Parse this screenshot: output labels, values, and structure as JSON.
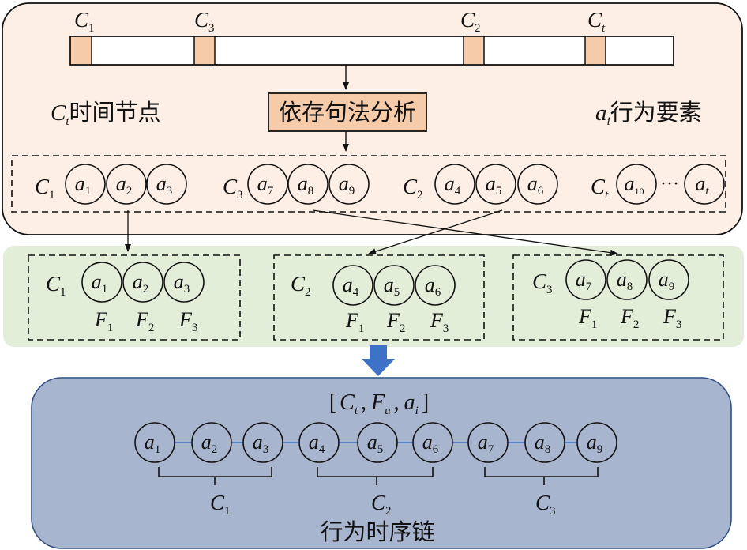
{
  "top_panel": {
    "bar_labels": [
      {
        "var": "C",
        "sub": "1"
      },
      {
        "var": "C",
        "sub": "3"
      },
      {
        "var": "C",
        "sub": "2"
      },
      {
        "var": "C",
        "sub": "t"
      }
    ],
    "process_label": "依存句法分析",
    "left_legend": {
      "var": "C",
      "sub": "t",
      "text": "时间节点"
    },
    "right_legend": {
      "var": "a",
      "sub": "i",
      "text": "行为要素"
    },
    "groups": [
      {
        "label": {
          "var": "C",
          "sub": "1"
        },
        "nodes": [
          "1",
          "2",
          "3"
        ]
      },
      {
        "label": {
          "var": "C",
          "sub": "3"
        },
        "nodes": [
          "7",
          "8",
          "9"
        ]
      },
      {
        "label": {
          "var": "C",
          "sub": "2"
        },
        "nodes": [
          "4",
          "5",
          "6"
        ]
      },
      {
        "label": {
          "var": "C",
          "sub": "t"
        },
        "nodes": [
          "10"
        ],
        "ellipsis": "···",
        "last": "t"
      }
    ]
  },
  "middle_panel": {
    "groups": [
      {
        "label": {
          "var": "C",
          "sub": "1"
        },
        "nodes": [
          "1",
          "2",
          "3"
        ]
      },
      {
        "label": {
          "var": "C",
          "sub": "2"
        },
        "nodes": [
          "4",
          "5",
          "6"
        ]
      },
      {
        "label": {
          "var": "C",
          "sub": "3"
        },
        "nodes": [
          "7",
          "8",
          "9"
        ]
      }
    ],
    "feature_var": "F",
    "feature_subs": [
      "1",
      "2",
      "3"
    ]
  },
  "bottom_panel": {
    "tuple": {
      "open": "[",
      "close": "]",
      "comma": ",",
      "items": [
        {
          "var": "C",
          "sub": "t"
        },
        {
          "var": "F",
          "sub": "u"
        },
        {
          "var": "a",
          "sub": "i"
        }
      ]
    },
    "chain_nodes": [
      "1",
      "2",
      "3",
      "4",
      "5",
      "6",
      "7",
      "8",
      "9"
    ],
    "brace_labels": [
      {
        "var": "C",
        "sub": "1"
      },
      {
        "var": "C",
        "sub": "2"
      },
      {
        "var": "C",
        "sub": "3"
      }
    ],
    "title": "行为时序链"
  },
  "node_var": "a",
  "colors": {
    "top_fill": "#fdeee6",
    "middle_fill": "#e3eed9",
    "bottom_fill": "#a7b5cf",
    "bottom_stroke": "#2f4e80",
    "bar_cell": "#f6cba9",
    "process_box": "#f6cba9",
    "down_arrow": "#3d72c6",
    "chain_line": "#3d72c6"
  }
}
